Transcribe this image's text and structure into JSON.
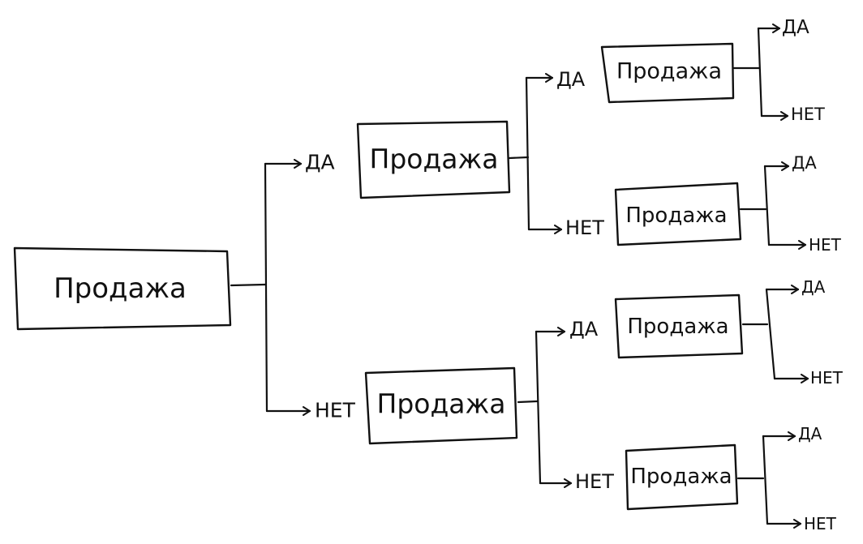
{
  "diagram": {
    "colors": {
      "background": "#ffffff",
      "ink": "#111111"
    },
    "node_label": "Продажа",
    "yes_label": "ДА",
    "no_label": "НЕТ",
    "root": {
      "label": "Продажа",
      "children": [
        {
          "branch": "ДА",
          "label": "Продажа",
          "children": [
            {
              "branch": "ДА",
              "label": "Продажа",
              "outcomes": [
                "ДА",
                "НЕТ"
              ]
            },
            {
              "branch": "НЕТ",
              "label": "Продажа",
              "outcomes": [
                "ДА",
                "НЕТ"
              ]
            }
          ]
        },
        {
          "branch": "НЕТ",
          "label": "Продажа",
          "children": [
            {
              "branch": "ДА",
              "label": "Продажа",
              "outcomes": [
                "ДА",
                "НЕТ"
              ]
            },
            {
              "branch": "НЕТ",
              "label": "Продажа",
              "outcomes": [
                "ДА",
                "НЕТ"
              ]
            }
          ]
        }
      ]
    }
  }
}
